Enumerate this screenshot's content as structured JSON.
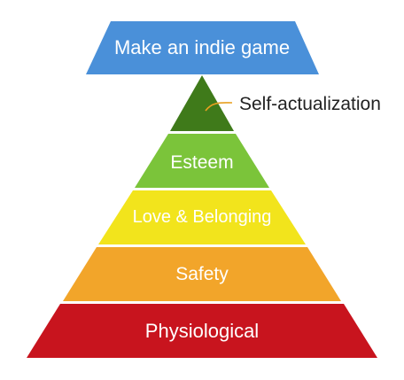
{
  "diagram": {
    "top_banner": {
      "label": "Make an indie game",
      "color": "#4a90d9"
    },
    "tiers": [
      {
        "label": "Physiological",
        "color": "#c8141e"
      },
      {
        "label": "Safety",
        "color": "#f2a52a"
      },
      {
        "label": "Love & Belonging",
        "color": "#f2e41c"
      },
      {
        "label": "Esteem",
        "color": "#7bc43a"
      }
    ],
    "apex": {
      "color": "#3f7a1a",
      "callout": "Self-actualization",
      "callout_color": "#e8a020"
    }
  }
}
